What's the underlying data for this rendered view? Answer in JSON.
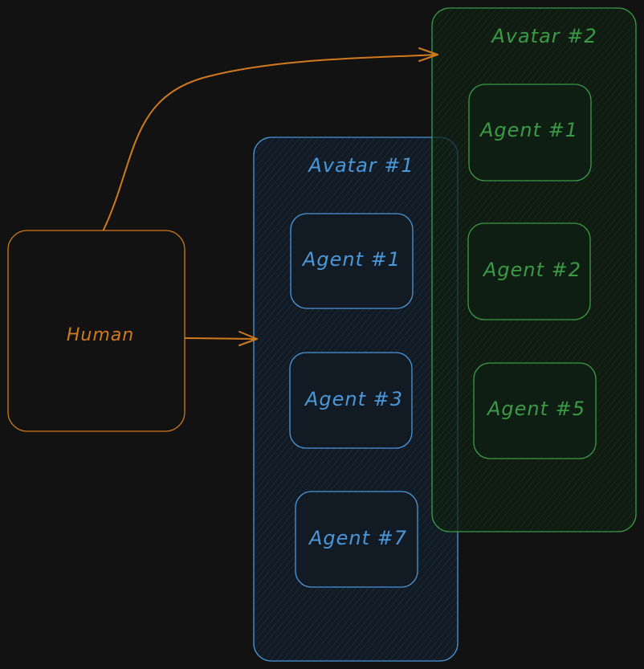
{
  "colors": {
    "background": "#121212",
    "human": "#d07a1c",
    "avatar1": "#4a97d9",
    "avatar2": "#3a9a46"
  },
  "human": {
    "label": "Human"
  },
  "avatar1": {
    "label": "Avatar #1",
    "agents": [
      {
        "label": "Agent #1"
      },
      {
        "label": "Agent #3"
      },
      {
        "label": "Agent #7"
      }
    ]
  },
  "avatar2": {
    "label": "Avatar #2",
    "agents": [
      {
        "label": "Agent #1"
      },
      {
        "label": "Agent #2"
      },
      {
        "label": "Agent #5"
      }
    ]
  }
}
